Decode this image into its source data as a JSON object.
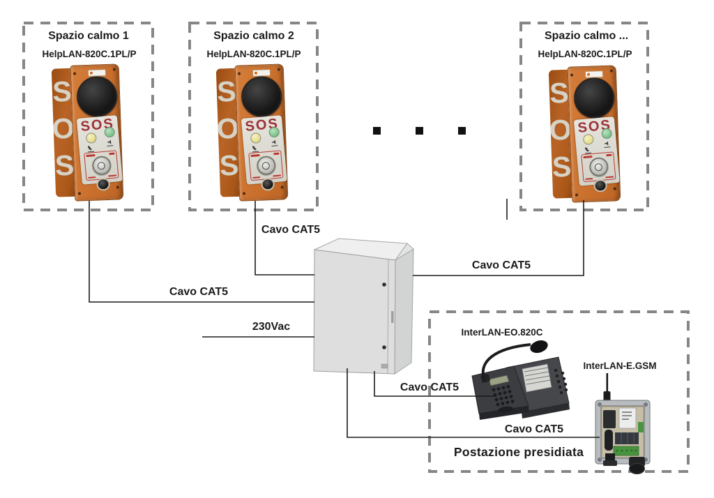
{
  "diagram": {
    "stations": [
      {
        "title": "Spazio calmo 1",
        "model": "HelpLAN-820C.1PL/P"
      },
      {
        "title": "Spazio calmo 2",
        "model": "HelpLAN-820C.1PL/P"
      },
      {
        "title": "Spazio calmo ...",
        "model": "HelpLAN-820C.1PL/P"
      }
    ],
    "device": {
      "side_label": "SOS",
      "panel_label": "SOS"
    },
    "cables": {
      "station1": "Cavo CAT5",
      "station2": "Cavo CAT5",
      "station3": "Cavo CAT5",
      "power": "230Vac",
      "console": "Cavo CAT5",
      "gsm": "Cavo CAT5"
    },
    "control_room": {
      "title": "Postazione presidiata",
      "console_model": "InterLAN-EO.820C",
      "gsm_model": "InterLAN-E.GSM"
    },
    "colors": {
      "device_orange": "#c9722f",
      "device_side_orange": "#ae5a1d",
      "sos_red": "#9c3136",
      "dashed_border": "#868686",
      "cable_line": "#1a1a1a",
      "cabinet_gray": "#dddedd"
    }
  }
}
